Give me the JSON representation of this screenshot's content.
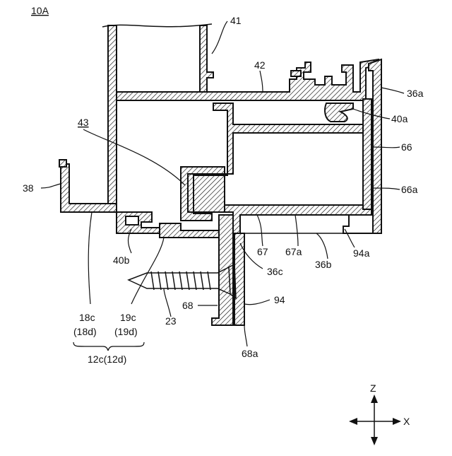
{
  "figure": {
    "id_label": "10A",
    "labels": {
      "l41": "41",
      "l42": "42",
      "l36a": "36a",
      "l40a": "40a",
      "l43": "43",
      "l66": "66",
      "l66a": "66a",
      "l38": "38",
      "l40b": "40b",
      "l67": "67",
      "l67a": "67a",
      "l36b": "36b",
      "l94a": "94a",
      "l36c": "36c",
      "l94": "94",
      "l68": "68",
      "l23": "23",
      "l68a": "68a",
      "l18c": "18c",
      "l18d": "(18d)",
      "l19c": "19c",
      "l19d": "(19d)",
      "l12c": "12c(12d)"
    },
    "axes": {
      "z": "Z",
      "x": "X"
    }
  }
}
